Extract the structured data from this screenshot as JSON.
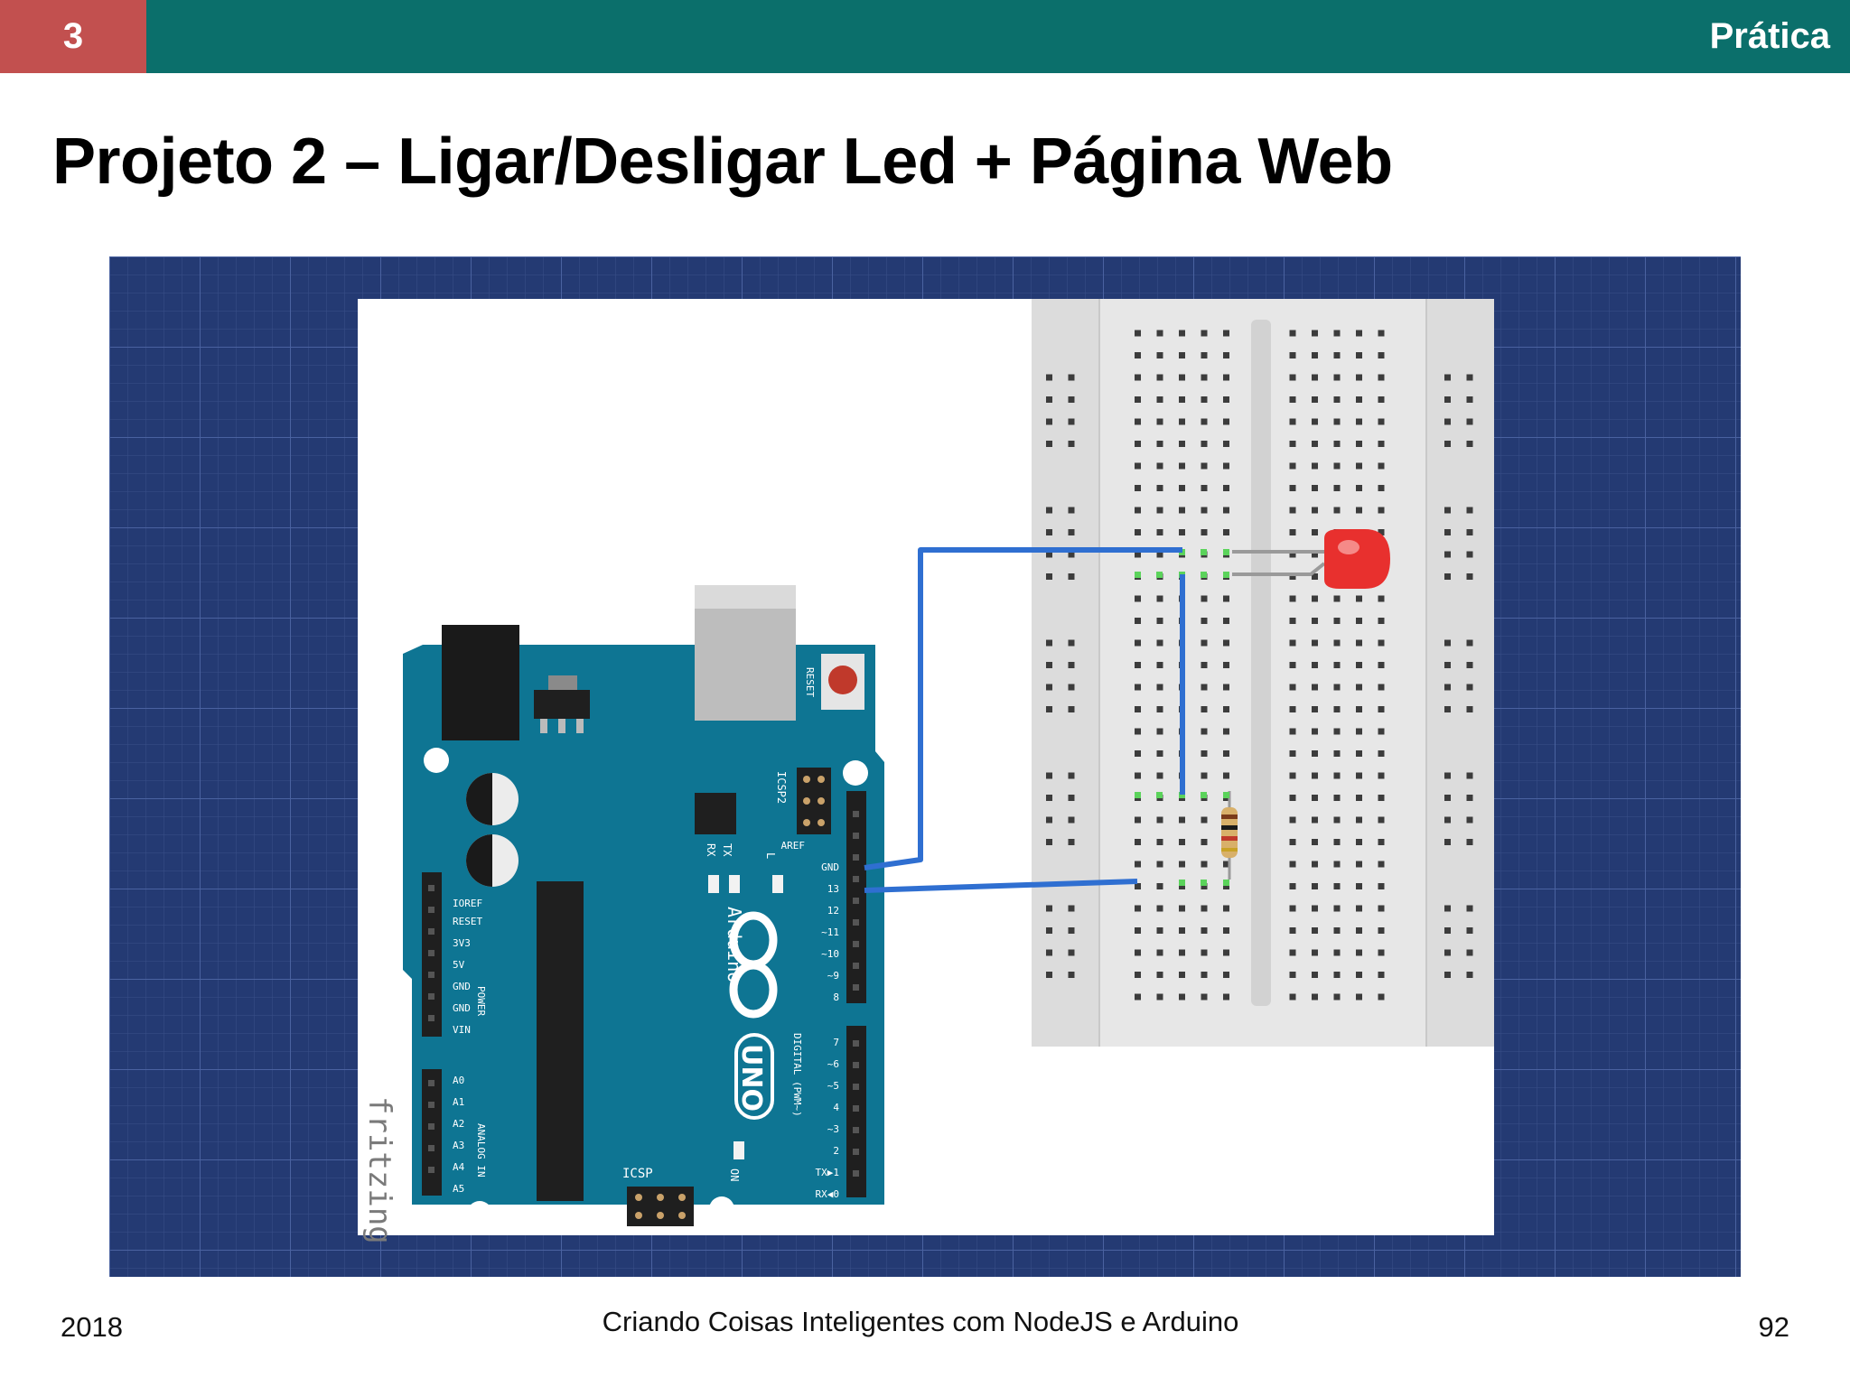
{
  "header": {
    "section_number": "3",
    "section_name": "Prática"
  },
  "slide": {
    "title": "Projeto 2 – Ligar/Desligar Led + Página Web"
  },
  "figure": {
    "watermark": "fritzing",
    "board": {
      "brand": "Arduino",
      "model": "UNO",
      "labels": {
        "reset": "RESET",
        "icsp2": "ICSP2",
        "icsp": "ICSP",
        "tx": "TX",
        "rx": "RX",
        "l": "L",
        "on": "ON",
        "digital": "DIGITAL (PWM~)",
        "power": "POWER",
        "analog": "ANALOG IN"
      },
      "digital_pins": [
        "AREF",
        "GND",
        "13",
        "12",
        "~11",
        "~10",
        "~9",
        "8",
        "7",
        "~6",
        "~5",
        "4",
        "~3",
        "2",
        "TX▶1",
        "RX◀0"
      ],
      "power_pins": [
        "IOREF",
        "RESET",
        "3V3",
        "5V",
        "GND",
        "GND",
        "VIN"
      ],
      "analog_pins": [
        "A0",
        "A1",
        "A2",
        "A3",
        "A4",
        "A5"
      ]
    },
    "colors": {
      "wire": "#2f6fd1",
      "led": "#e8302e",
      "board": "#0e7593",
      "blueprint": "#243a73"
    }
  },
  "footer": {
    "year": "2018",
    "center": "Criando Coisas Inteligentes com NodeJS e Arduino",
    "page": "92"
  }
}
